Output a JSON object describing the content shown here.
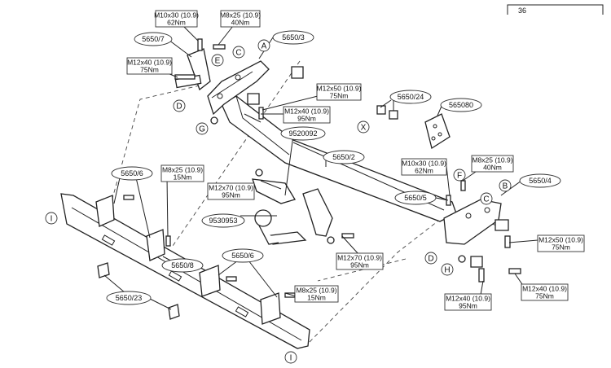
{
  "corner_text": "36",
  "specs": [
    {
      "id": "s1",
      "size": "M10x30 (10.9)",
      "torque": "62Nm"
    },
    {
      "id": "s2",
      "size": "M8x25 (10.9)",
      "torque": "40Nm"
    },
    {
      "id": "s3",
      "size": "M12x40 (10.9)",
      "torque": "75Nm"
    },
    {
      "id": "s4",
      "size": "M12x50 (10.9)",
      "torque": "75Nm"
    },
    {
      "id": "s5",
      "size": "M12x40 (10.9)",
      "torque": "95Nm"
    },
    {
      "id": "s6",
      "size": "M8x25 (10.9)",
      "torque": "15Nm"
    },
    {
      "id": "s7",
      "size": "M12x70 (10.9)",
      "torque": "95Nm"
    },
    {
      "id": "s8",
      "size": "M12x70 (10.9)",
      "torque": "95Nm"
    },
    {
      "id": "s9",
      "size": "M10x30 (10.9)",
      "torque": "62Nm"
    },
    {
      "id": "s10",
      "size": "M8x25 (10.9)",
      "torque": "40Nm"
    },
    {
      "id": "s11",
      "size": "M12x50 (10.9)",
      "torque": "75Nm"
    },
    {
      "id": "s12",
      "size": "M8x25 (10.9)",
      "torque": "15Nm"
    },
    {
      "id": "s13",
      "size": "M12x40 (10.9)",
      "torque": "95Nm"
    },
    {
      "id": "s14",
      "size": "M12x40 (10.9)",
      "torque": "75Nm"
    }
  ],
  "parts": [
    {
      "id": "p1",
      "label": "5650/7"
    },
    {
      "id": "p2",
      "label": "5650/3"
    },
    {
      "id": "p3",
      "label": "5650/24"
    },
    {
      "id": "p4",
      "label": "565080"
    },
    {
      "id": "p5",
      "label": "9520092"
    },
    {
      "id": "p6",
      "label": "5650/2"
    },
    {
      "id": "p7",
      "label": "5650/5"
    },
    {
      "id": "p8",
      "label": "5650/4"
    },
    {
      "id": "p9",
      "label": "5650/6"
    },
    {
      "id": "p10",
      "label": "9530953"
    },
    {
      "id": "p11",
      "label": "5650/8"
    },
    {
      "id": "p12",
      "label": "5650/6"
    },
    {
      "id": "p13",
      "label": "5650/23"
    }
  ],
  "markers": [
    {
      "id": "m1",
      "letter": "A"
    },
    {
      "id": "m2",
      "letter": "C"
    },
    {
      "id": "m3",
      "letter": "E"
    },
    {
      "id": "m4",
      "letter": "D"
    },
    {
      "id": "m5",
      "letter": "G"
    },
    {
      "id": "m6",
      "letter": "X"
    },
    {
      "id": "m7",
      "letter": "F"
    },
    {
      "id": "m8",
      "letter": "B"
    },
    {
      "id": "m9",
      "letter": "C"
    },
    {
      "id": "m10",
      "letter": "D"
    },
    {
      "id": "m11",
      "letter": "H"
    },
    {
      "id": "m12",
      "letter": "I"
    },
    {
      "id": "m13",
      "letter": "I"
    }
  ]
}
